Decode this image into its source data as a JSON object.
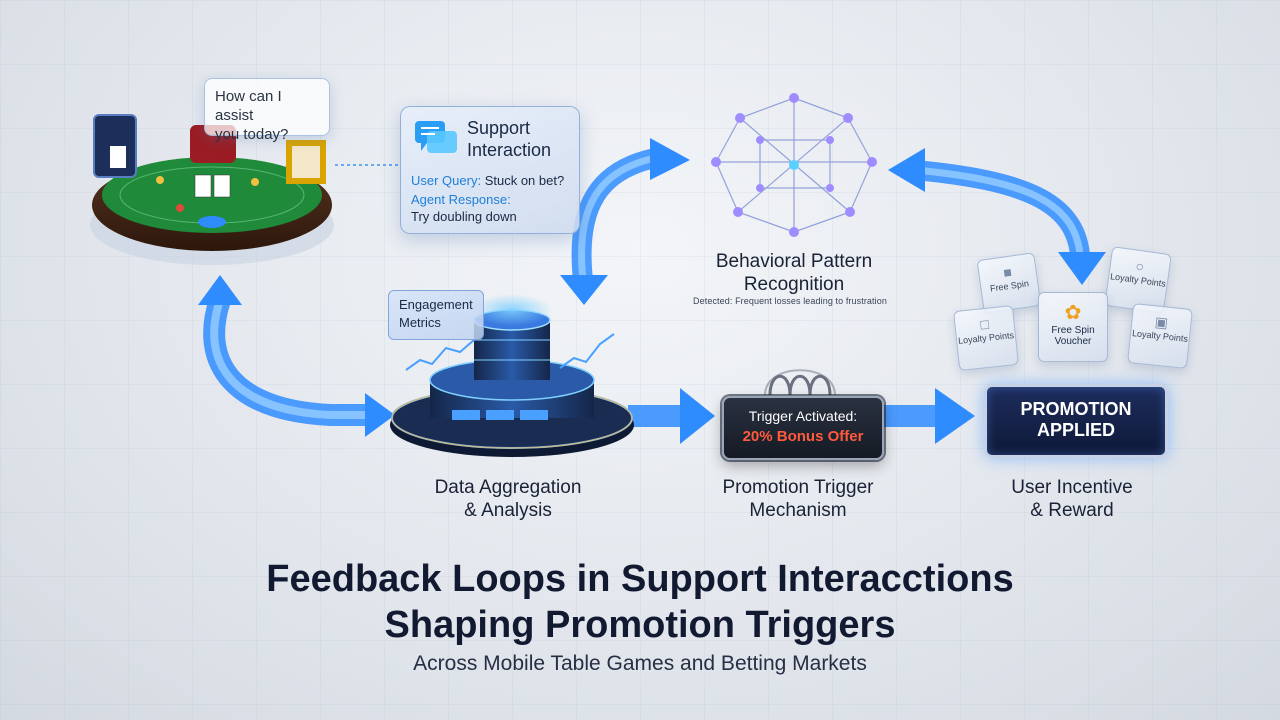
{
  "assist_bubble": {
    "line1": "How can I assist",
    "line2": "you today?"
  },
  "support_card": {
    "title_line1": "Support",
    "title_line2": "Interaction",
    "query_key": "User Query:",
    "query_value": " Stuck on bet?",
    "response_key": "Agent Response:",
    "response_value": "Try doubling down"
  },
  "pattern": {
    "label_line1": "Behavioral Pattern",
    "label_line2": "Recognition",
    "detected": "Detected: Frequent losses leading to frustration"
  },
  "metrics": {
    "line1": "Engagement",
    "line2": "Metrics"
  },
  "trigger_card": {
    "line1": "Trigger Activated:",
    "line2": "20% Bonus Offer"
  },
  "promo_badge": {
    "line1": "PROMOTION",
    "line2": "APPLIED"
  },
  "rewards": {
    "free_spin": "Free Spin",
    "loyalty_top": "Loyalty Points",
    "voucher_line1": "Free Spin",
    "voucher_line2": "Voucher",
    "loyalty_left": "Loyalty Points",
    "loyalty_right": "Loyalty Points"
  },
  "stage_labels": {
    "data_line1": "Data Aggregation",
    "data_line2": "& Analysis",
    "trigger_line1": "Promotion Trigger",
    "trigger_line2": "Mechanism",
    "reward_line1": "User Incentive",
    "reward_line2": "& Reward"
  },
  "title": {
    "line1": "Feedback Loops in Support Interacctions",
    "line2": "Shaping Promotion Triggers"
  },
  "subtitle": "Across Mobile Table Games and Betting Markets",
  "colors": {
    "flow_arrow": "#3a9bff",
    "accent_cyan": "#1e7fd8",
    "bonus_red": "#ff5a3c",
    "badge_navy": "#1d2d5c",
    "table_felt": "#1f8a3a"
  },
  "icons": [
    "chat-icon",
    "network-icon",
    "database-icon",
    "spring-icon",
    "gift-icon",
    "card-icon"
  ]
}
